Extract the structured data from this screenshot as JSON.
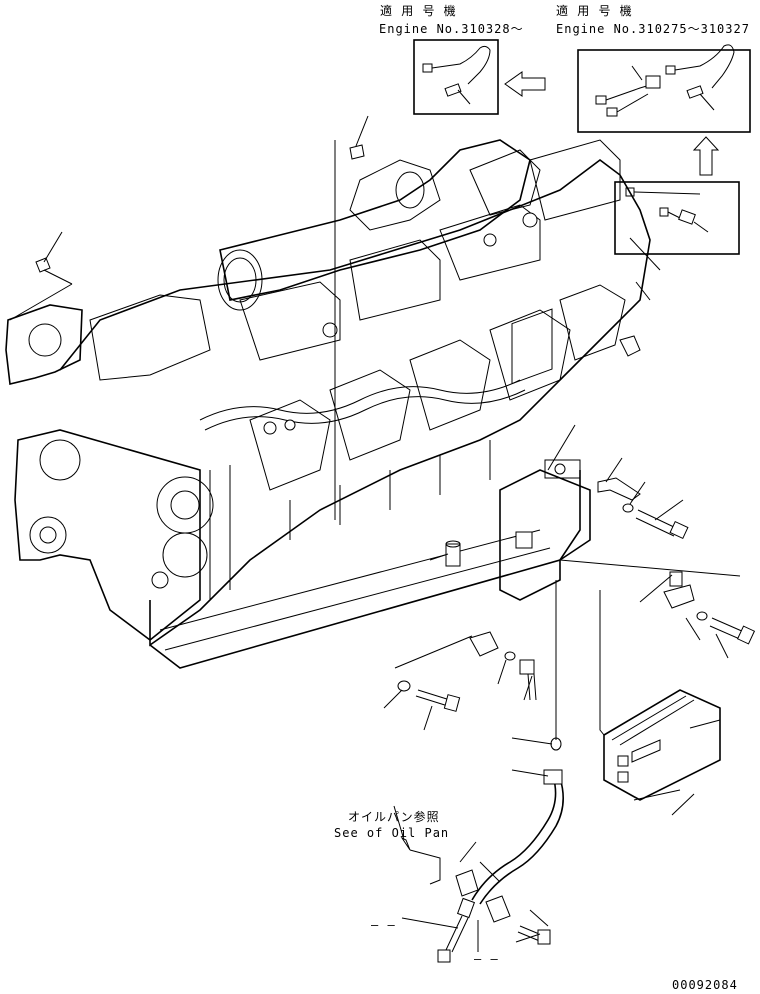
{
  "applicability": [
    {
      "heading": "適 用 号 機",
      "engine_range": "Engine No.310328～"
    },
    {
      "heading": "適 用 号 機",
      "engine_range": "Engine No.310275～310327"
    }
  ],
  "oil_pan_ref": {
    "ja": "オイルパン参照",
    "en": "See of Oil Pan"
  },
  "dash_labels": [
    "–  –",
    "–  –"
  ],
  "drawing_number": "00092084"
}
